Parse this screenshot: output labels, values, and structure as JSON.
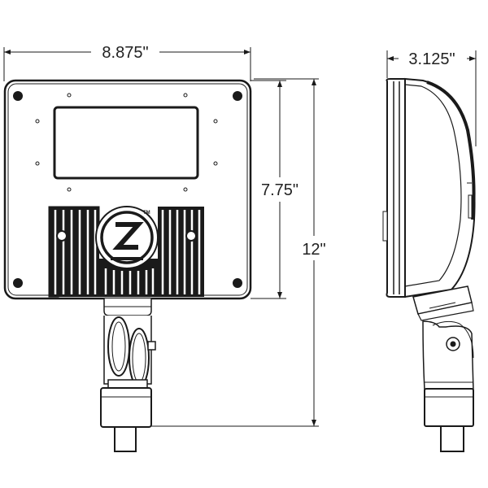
{
  "dimensions": {
    "width": "8.875\"",
    "inner_height": "7.75\"",
    "overall_height": "12\"",
    "depth": "3.125\""
  },
  "logo": {
    "trademark": "TM"
  },
  "colors": {
    "stroke": "#1a1a1a",
    "background": "#ffffff"
  }
}
